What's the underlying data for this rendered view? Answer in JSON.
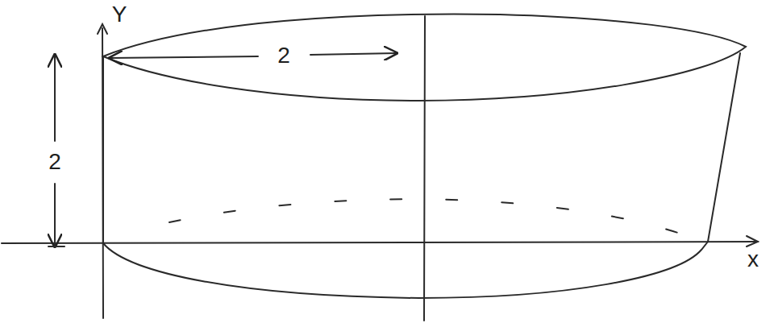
{
  "diagram": {
    "labels": [
      "Y",
      "2",
      "2",
      "x"
    ]
  }
}
